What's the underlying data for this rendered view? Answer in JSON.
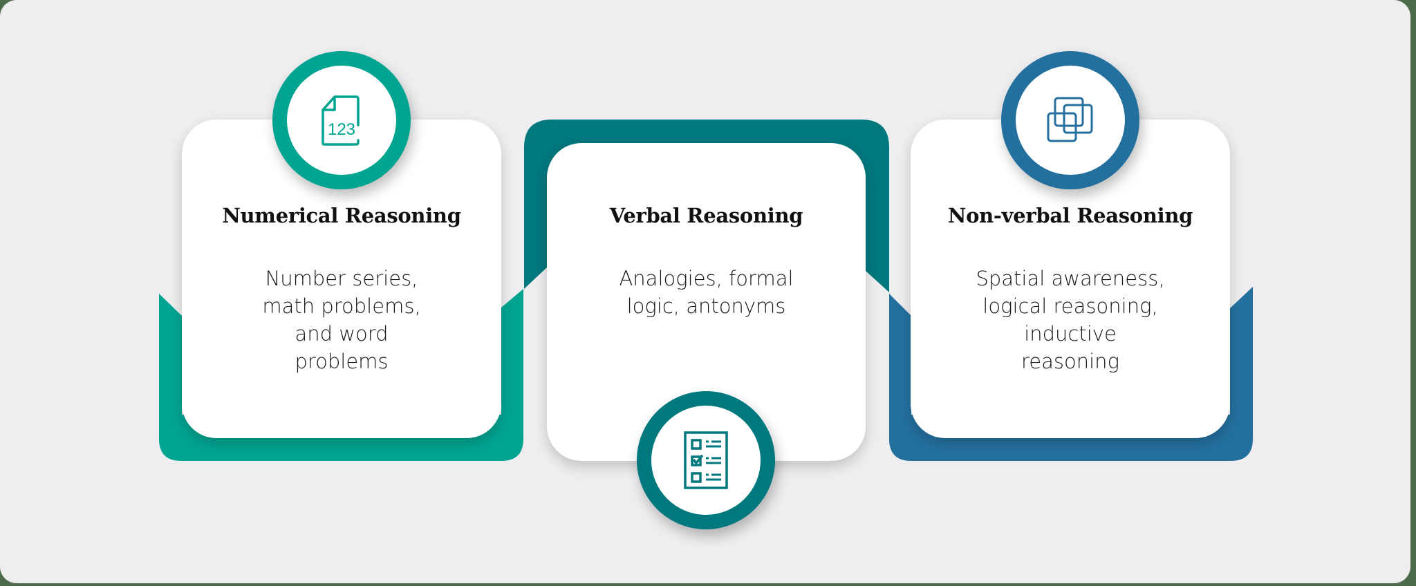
{
  "colors": {
    "frame_bg": "#eeedef",
    "outer_bg": "#4b6b4b",
    "teal": "#00a491",
    "dark_teal": "#00787d",
    "blue": "#23709e",
    "card_bg": "#ffffff",
    "text": "#111111"
  },
  "cards": [
    {
      "title": "Numerical Reasoning",
      "description": "Number series,\nmath problems,\nand word\nproblems",
      "icon": "numbers-document-icon",
      "icon_text": "123",
      "accent": "#00a491"
    },
    {
      "title": "Verbal Reasoning",
      "description": "Analogies, formal\nlogic, antonyms",
      "icon": "checklist-icon",
      "accent": "#00787d"
    },
    {
      "title": "Non-verbal Reasoning",
      "description": "Spatial awareness,\nlogical reasoning,\ninductive\nreasoning",
      "icon": "overlapping-squares-icon",
      "accent": "#23709e"
    }
  ]
}
